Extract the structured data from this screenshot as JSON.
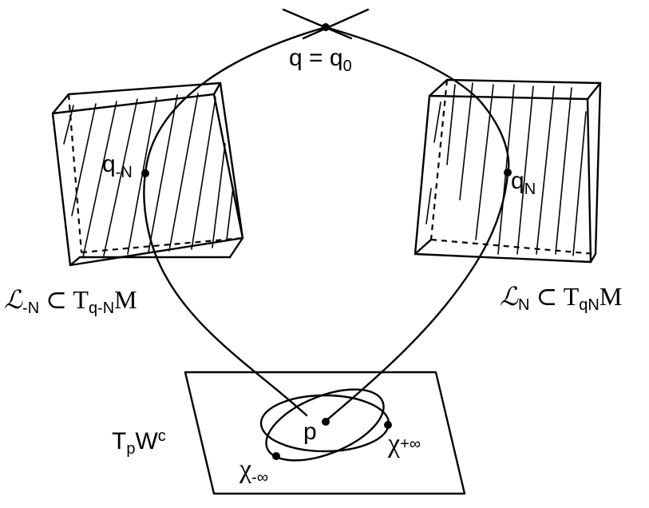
{
  "labels": {
    "q0": {
      "base": "q = q",
      "sub": "0"
    },
    "q_minus_N": {
      "base": "q",
      "sub": "-N"
    },
    "q_N": {
      "base": "q",
      "sub": "N"
    },
    "L_minus_N": {
      "script": "ℒ",
      "sub1": "-N",
      "mid": " ⊂ T",
      "sub2": "q-N",
      "tail": "M"
    },
    "L_N": {
      "script": "ℒ",
      "sub1": "N",
      "mid": " ⊂ T",
      "sub2": "qN",
      "tail": "M"
    },
    "p": "p",
    "tangent_plane": {
      "base": "T",
      "sub": "p",
      "mid": "W",
      "sup": "c"
    },
    "chi_minus_inf": {
      "base": "χ",
      "sub": "-∞"
    },
    "chi_plus_inf": {
      "base": "χ",
      "sub": "+∞"
    }
  },
  "colors": {
    "ink": "#000000",
    "background": "#ffffff"
  }
}
